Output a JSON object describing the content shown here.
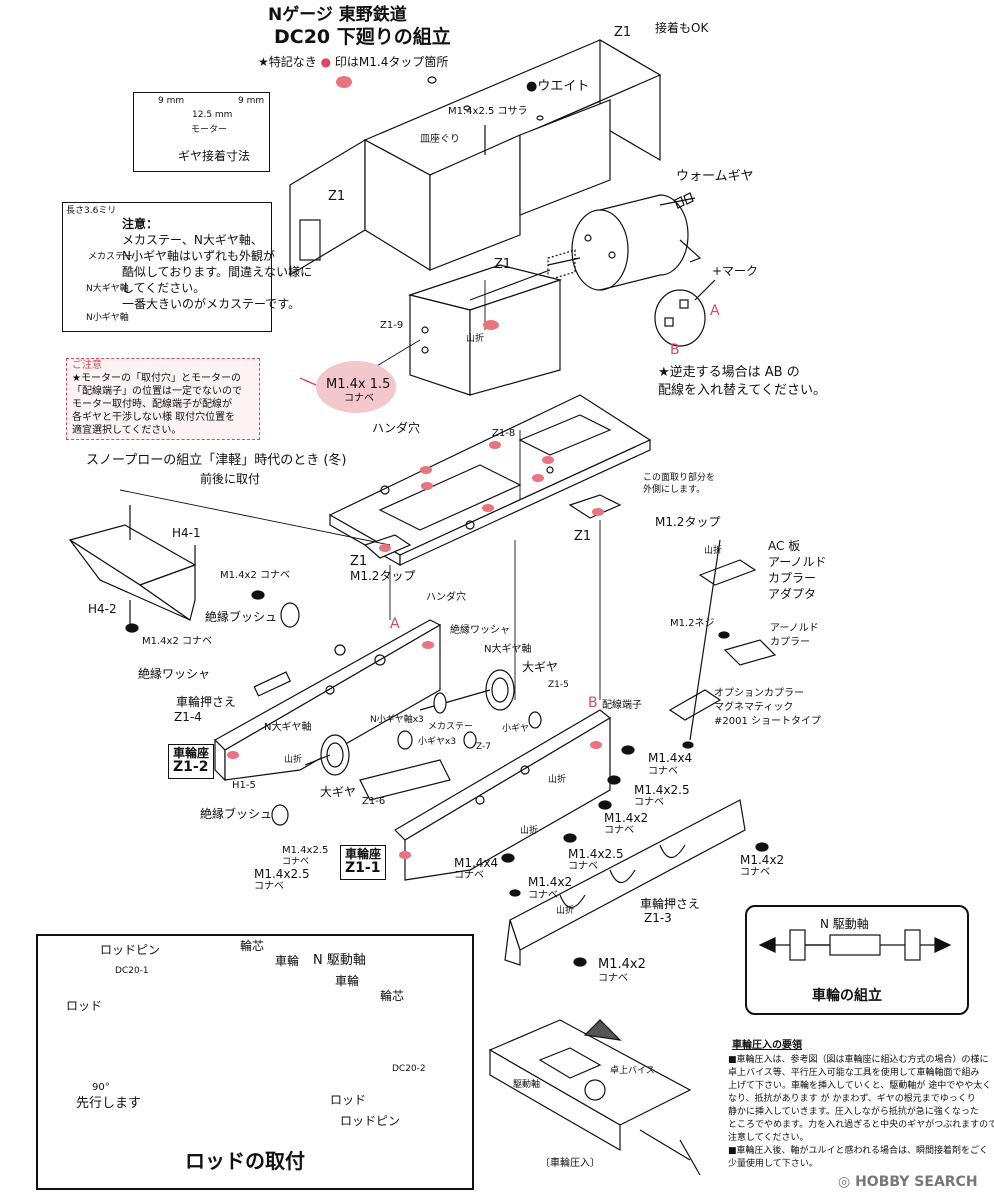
{
  "header": {
    "title_line1": "Nゲージ 東野鉄道",
    "title_line2": "DC20 下廻りの組立",
    "legend_prefix": "★特記なき",
    "legend_suffix": "印はM1.4タップ箇所",
    "top_right_note": "接着もOK"
  },
  "gear_dim_box": {
    "dim_left": "9 mm",
    "dim_center": "12.5 mm",
    "dim_right": "9 mm",
    "motor_label": "モーター",
    "caption": "ギヤ接着寸法"
  },
  "caution_box": {
    "length_label": "長さ3.6ミリ",
    "part1": "メカステー",
    "part2": "N大ギヤ軸",
    "part3": "N小ギヤ軸",
    "heading": "注意：",
    "line1": "メカステー、N大ギヤ軸、",
    "line2": "N小ギヤ軸はいずれも外観が",
    "line3": "酷似しております。間違えない様に",
    "line4": "してください。",
    "line5": "一番大きいのがメカステーです。"
  },
  "red_note": {
    "heading": "ご注意",
    "line1": "★モーターの「取付穴」とモーターの",
    "line2": "「配線端子」の位置は一定でないので",
    "line3": "モーター取付時、配線端子が配線が",
    "line4": "各ギヤと干渉しない様 取付穴位置を",
    "line5": "適宜選択してください。"
  },
  "labels": {
    "z21_left": "Z1",
    "z21_right": "Z1",
    "weight": "●ウエイト",
    "m14x25_kosara": "M1.4x2.5 コサラ",
    "sarazaguri": "皿座ぐり",
    "worm_gear": "ウォームギヤ",
    "plus_mark": "+マーク",
    "terminal_a": "A",
    "terminal_b": "B",
    "reverse1": "★逆走する場合は AB の",
    "reverse2": "配線を入れ替えてください。",
    "z1_top": "Z1",
    "z1_9": "Z1-9",
    "yamaori1": "山折",
    "m14x15": "M1.4x 1.5",
    "konabe1": "コナベ",
    "handa_ana1": "ハンダ穴",
    "z1_8": "Z1-8",
    "snowplow": "スノープローの組立「津軽」時代のとき (冬)",
    "snowplow2": "前後に取付",
    "chamfer1": "この面取り部分を",
    "chamfer2": "外側にします。",
    "m12_tap_r": "M1.2タップ",
    "z1_r": "Z1",
    "z1_l": "Z1",
    "m12_tap_l": "M1.2タップ",
    "h4_1": "H4-1",
    "h4_2": "H4-2",
    "m14x2_konabe_a": "M1.4x2 コナベ",
    "m14x2_konabe_b": "M1.4x2 コナベ",
    "zetsuen_bush1": "絶縁ブッシュ",
    "zetsuen_washer1": "絶縁ワッシャ",
    "zetsuen_washer2": "絶縁ワッシャ",
    "a_mark": "A",
    "handa_ana2": "ハンダ穴",
    "n_big_gear_shaft": "N大ギヤ軸",
    "big_gear1": "大ギヤ",
    "z1_5": "Z1-5",
    "b_mark": "B",
    "haisen_tanshi": "配線端子",
    "sharin_osae1": "車輪押さえ",
    "z1_4": "Z1-4",
    "n_big_gear_shaft2": "N大ギヤ軸",
    "n_small_gear_shaft": "N小ギヤ軸x3",
    "mecha_stay": "メカステー",
    "small_gear3": "小ギヤx3",
    "small_gear": "小ギヤ",
    "z_7": "Z-7",
    "yamaori2": "山折",
    "yamaori3": "山折",
    "sharinza_a": "車輪座",
    "z1_2": "Z1-2",
    "h1_5": "H1-5",
    "big_gear2": "大ギヤ",
    "z1_6": "Z1-6",
    "zetsuen_bush2": "絶縁ブッシュ",
    "m14x4_a": "M1.4x4",
    "konabe_a": "コナベ",
    "m14x25_a": "M1.4x2.5",
    "konabe_b": "コナベ",
    "m14x2_a": "M1.4x2",
    "konabe_c": "コナベ",
    "m14x25_b": "M1.4x2.5",
    "konabe_d": "コナベ",
    "yamaori4": "山折",
    "sharinza_b": "車輪座",
    "z1_1": "Z1-1",
    "m14x4_b": "M1.4x4",
    "konabe_e": "コナベ",
    "m14x25_c": "M1.4x2.5",
    "konabe_f": "コナベ",
    "m14x2_b": "M1.4x2",
    "konabe_g": "コナベ",
    "m14x2_c": "M1.4x2",
    "konabe_h": "コナベ",
    "yamaori5": "山折",
    "sharin_osae2": "車輪押さえ",
    "z1_3": "Z1-3",
    "m14x2_d": "M1.4x2",
    "konabe_i": "コナベ",
    "yamaori6": "山折",
    "ac_ban": "AC 板",
    "arnold1": "アーノルド",
    "coupler_adapter1": "カプラー",
    "coupler_adapter2": "アダプタ",
    "m12_neji": "M1.2ネジ",
    "arnold2": "アーノルド",
    "coupler2": "カプラー",
    "option1": "オプションカプラー",
    "option2": "マグネマティック",
    "option3": "#2001 ショートタイプ",
    "m14x25_d": "M1.4x2.5",
    "konabe_j": "コナベ"
  },
  "rod_box": {
    "rod_pin1": "ロッドピン",
    "wajiku1": "輪芯",
    "dc20_1": "DC20-1",
    "sharin": "車輪",
    "n_drive": "N 駆動軸",
    "sharin2": "車輪",
    "wajiku2": "輪芯",
    "rod1": "ロッド",
    "dc20_2": "DC20-2",
    "deg90": "90°",
    "senko": "先行します",
    "rod2": "ロッド",
    "rod_pin2": "ロッドピン",
    "caption": "ロッドの取付"
  },
  "wheel_box": {
    "n_drive": "N 駆動軸",
    "caption": "車輪の組立"
  },
  "press": {
    "drive_shaft": "駆動軸",
    "vise": "卓上バイス",
    "caption": "〔車輪圧入〕"
  },
  "press_notes": {
    "heading": "車輪圧入の要領",
    "line1": "■車輪圧入は、参考図（図は車輪座に組込む方式の場合）の様に",
    "line2": "卓上バイス等、平行圧入可能な工具を使用して車輪軸面で組み",
    "line3": "上げて下さい。車輪を挿入していくと、駆動軸が 途中でやや太く",
    "line4": "なり、抵抗があります が かまわず、ギヤの根元までゆっくり",
    "line5": "静かに挿入していきます。圧入しながら抵抗が急に強くなった",
    "line6": "ところでやめます。力を入れ過ぎると中央のギヤがつぶれますので",
    "line7": "注意してください。",
    "line8": "■車輪圧入後、軸がユルイと感われる場合は、瞬間接着剤をごく",
    "line9": "少量使用して下さい。"
  },
  "watermark": "HOBBY SEARCH",
  "colors": {
    "accent_red": "#d94b5b",
    "ink": "#111111"
  }
}
